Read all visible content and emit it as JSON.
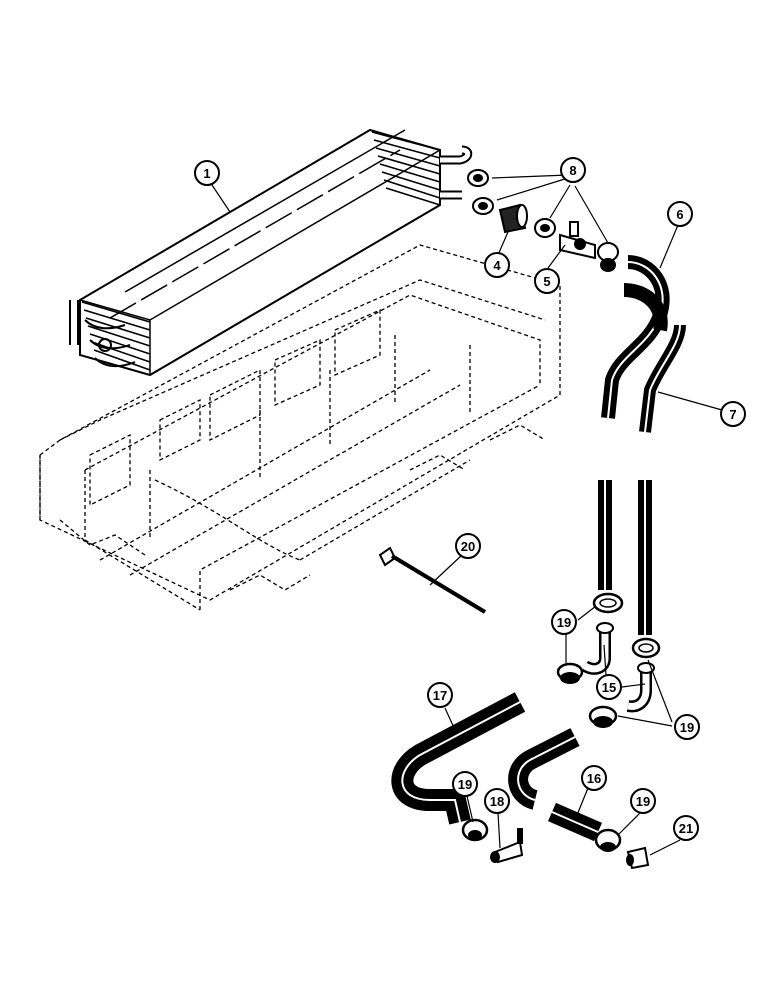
{
  "callouts": [
    {
      "id": "c1",
      "label": "1"
    },
    {
      "id": "c8",
      "label": "8"
    },
    {
      "id": "c6",
      "label": "6"
    },
    {
      "id": "c4",
      "label": "4"
    },
    {
      "id": "c5",
      "label": "5"
    },
    {
      "id": "c7",
      "label": "7"
    },
    {
      "id": "c20",
      "label": "20"
    },
    {
      "id": "c19a",
      "label": "19"
    },
    {
      "id": "c15",
      "label": "15"
    },
    {
      "id": "c19b",
      "label": "19"
    },
    {
      "id": "c17",
      "label": "17"
    },
    {
      "id": "c16",
      "label": "16"
    },
    {
      "id": "c19c",
      "label": "19"
    },
    {
      "id": "c18",
      "label": "18"
    },
    {
      "id": "c19d",
      "label": "19"
    },
    {
      "id": "c21",
      "label": "21"
    }
  ]
}
